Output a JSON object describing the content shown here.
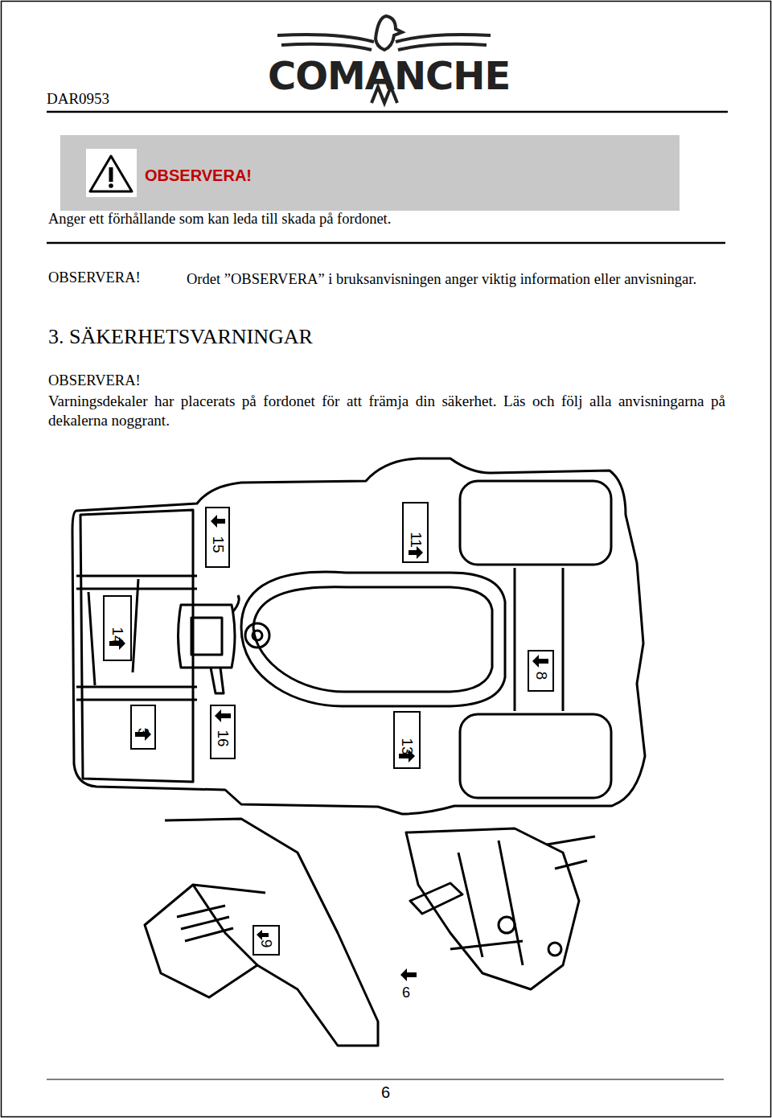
{
  "diagram": {
    "title": "3. SÄKERHETSVARNINGAR",
    "nodes": [
      {
        "text": [
          "OBSERVERA!"
        ]
      },
      {
        "text": [
          "15"
        ]
      },
      {
        "text": [
          "11"
        ]
      },
      {
        "text": [
          "14"
        ]
      },
      {
        "text": [
          "8"
        ]
      },
      {
        "text": [
          "3"
        ]
      },
      {
        "text": [
          "16"
        ]
      },
      {
        "text": [
          "13"
        ]
      },
      {
        "text": [
          "9"
        ]
      }
    ],
    "labels": [
      "DAR0953",
      "COMANCHE",
      "Anger ett förhållande som kan leda till skada på fordonet.",
      "OBSERVERA!",
      "Ordet ”OBSERVERA” i bruksanvisningen anger viktig information eller anvisningar.",
      "OBSERVERA!",
      "Varningsdekaler har placerats på fordonet för att främja din säkerhet. Läs och följ alla anvisningarna på dekalerna noggrant.",
      "6",
      "6"
    ]
  }
}
